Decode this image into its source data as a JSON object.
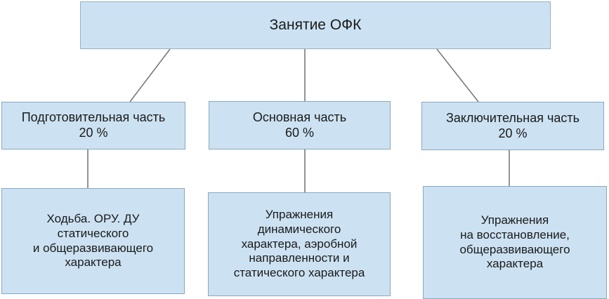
{
  "diagram": {
    "type": "hierarchy-tree",
    "colors": {
      "node_fill": "#cce2f2",
      "node_border": "#8aa7bd",
      "connector": "#7a7a7a",
      "text": "#1a1a1a",
      "background": "#ffffff"
    },
    "root": {
      "label": "Занятие ОФК"
    },
    "parts": [
      {
        "label": "Подготовительная часть\n20 %",
        "content": "Ходьба. ОРУ. ДУ\nстатического\nи общеразвивающего\nхарактера"
      },
      {
        "label": "Основная часть\n60 %",
        "content": "Упражнения\nдинамического\nхарактера, аэробной\nнаправленности и\nстатического характера"
      },
      {
        "label": "Заключительная часть\n20 %",
        "content": "Упражнения\nна восстановление,\nобщеразвивающего\nхарактера"
      }
    ]
  }
}
